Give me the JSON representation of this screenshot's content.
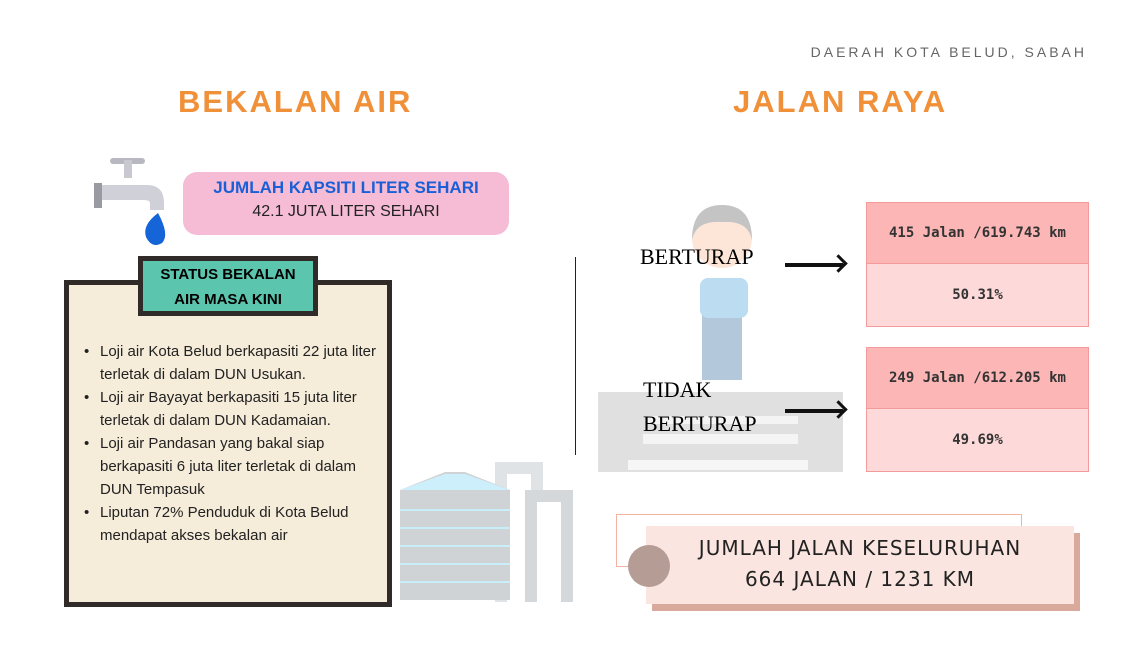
{
  "region": "DAERAH KOTA BELUD, SABAH",
  "water": {
    "heading": "BEKALAN AIR",
    "capacity_title": "JUMLAH KAPSITI LITER SEHARI",
    "capacity_value": "42.1 JUTA LITER SEHARI",
    "status_line1": "STATUS BEKALAN",
    "status_line2": "AIR MASA KINI",
    "items": [
      "Loji air Kota Belud berkapasiti 22 juta liter terletak di dalam DUN Usukan.",
      "Loji air Bayayat berkapasiti 15 juta liter terletak di dalam DUN Kadamaian.",
      "Loji air Pandasan yang bakal siap berkapasiti 6 juta liter terletak di dalam DUN Tempasuk",
      "Liputan 72% Penduduk di Kota Belud mendapat akses bekalan air"
    ]
  },
  "road": {
    "heading": "JALAN RAYA",
    "paved_label": "BERTURAP",
    "unpaved_label1": "TIDAK",
    "unpaved_label2": "BERTURAP",
    "paved_count": "415 Jalan /619.743 km",
    "paved_pct": "50.31%",
    "paved_fraction": 0.5031,
    "unpaved_count": "249 Jalan /612.205 km",
    "unpaved_pct": "49.69%",
    "unpaved_fraction": 0.4969,
    "total_title": "JUMLAH JALAN KESELURUHAN",
    "total_value": "664 JALAN / 1231 KM"
  }
}
